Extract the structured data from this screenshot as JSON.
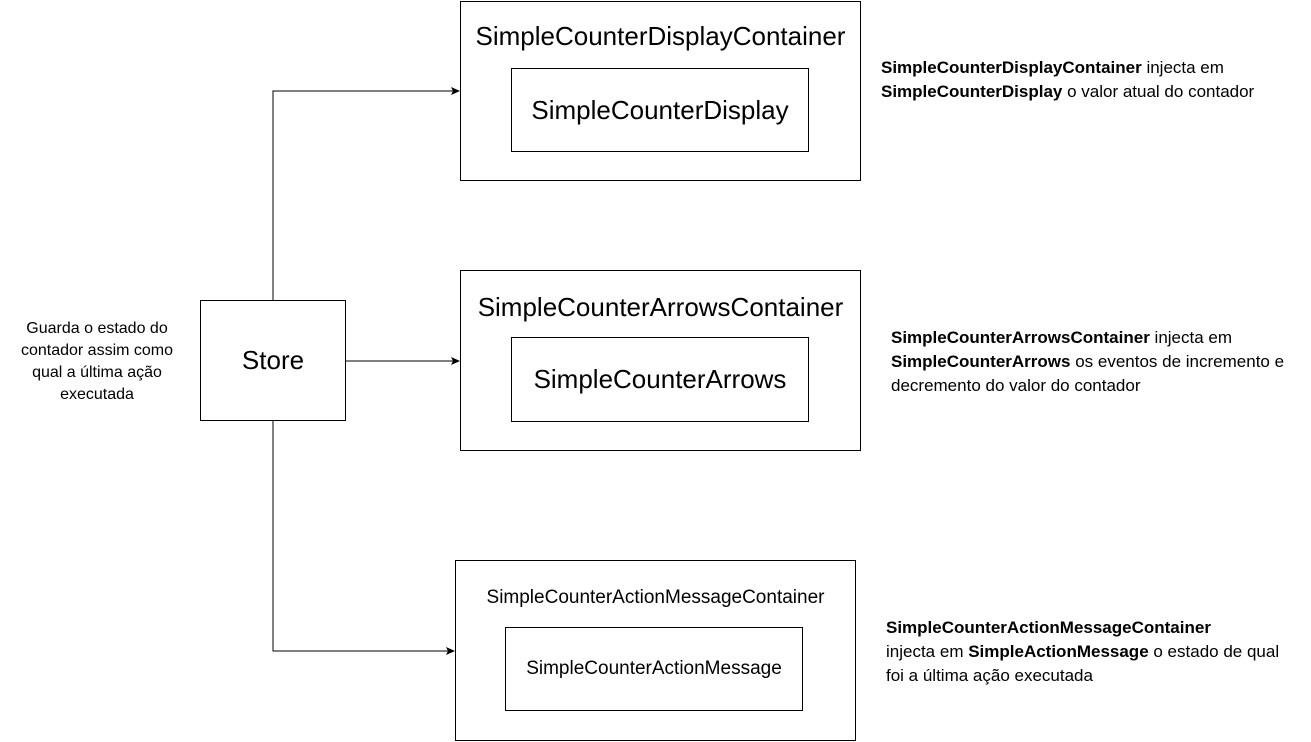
{
  "store": {
    "label": "Store",
    "note": "Guarda o estado do contador assim como qual a última ação executada"
  },
  "containers": [
    {
      "title": "SimpleCounterDisplayContainer",
      "inner": "SimpleCounterDisplay",
      "note": {
        "bold1": "SimpleCounterDisplayContainer",
        "text1": " injecta em ",
        "bold2": "SimpleCounterDisplay",
        "text2": " o valor atual do contador"
      }
    },
    {
      "title": "SimpleCounterArrowsContainer",
      "inner": "SimpleCounterArrows",
      "note": {
        "bold1": "SimpleCounterArrowsContainer",
        "text1": " injecta em ",
        "bold2": "SimpleCounterArrows",
        "text2": " os eventos de incremento e decremento do valor do contador"
      }
    },
    {
      "title": "SimpleCounterActionMessageContainer",
      "inner": "SimpleCounterActionMessage",
      "note": {
        "bold1": "SimpleCounterActionMessageContainer",
        "text1": " injecta em ",
        "bold2": "SimpleActionMessage",
        "text2": " o estado de qual foi a última ação executada"
      }
    }
  ]
}
